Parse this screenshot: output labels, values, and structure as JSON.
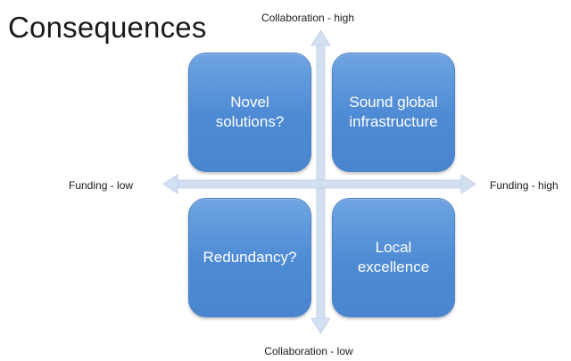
{
  "title": "Consequences",
  "axes": {
    "top": "Collaboration - high",
    "bottom": "Collaboration - low",
    "left": "Funding - low",
    "right": "Funding - high"
  },
  "quadrants": {
    "top_left": "Novel\nsolutions?",
    "top_right": "Sound global\ninfrastructure",
    "bottom_left": "Redundancy?",
    "bottom_right": "Local\nexcellence"
  },
  "colors": {
    "box_fill": "#4d8ad4",
    "arrow": "#cfdcef"
  }
}
